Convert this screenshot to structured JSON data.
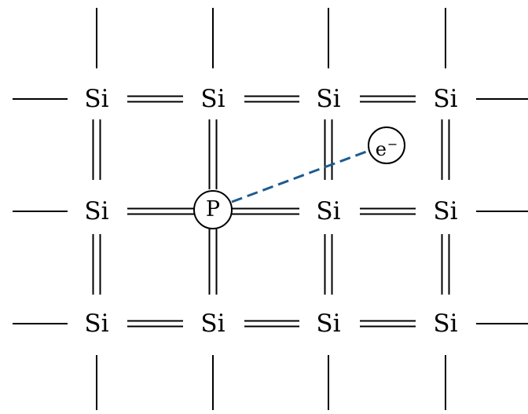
{
  "lattice": {
    "host_atom": "Si",
    "dopant_atom": "P",
    "free_electron": {
      "base": "e",
      "charge": "−"
    },
    "grid": [
      [
        "Si",
        "Si",
        "Si",
        "Si"
      ],
      [
        "Si",
        "P",
        "Si",
        "Si"
      ],
      [
        "Si",
        "Si",
        "Si",
        "Si"
      ]
    ]
  },
  "colors": {
    "bond": "#000000",
    "electron_path": "#1f5b8f"
  }
}
